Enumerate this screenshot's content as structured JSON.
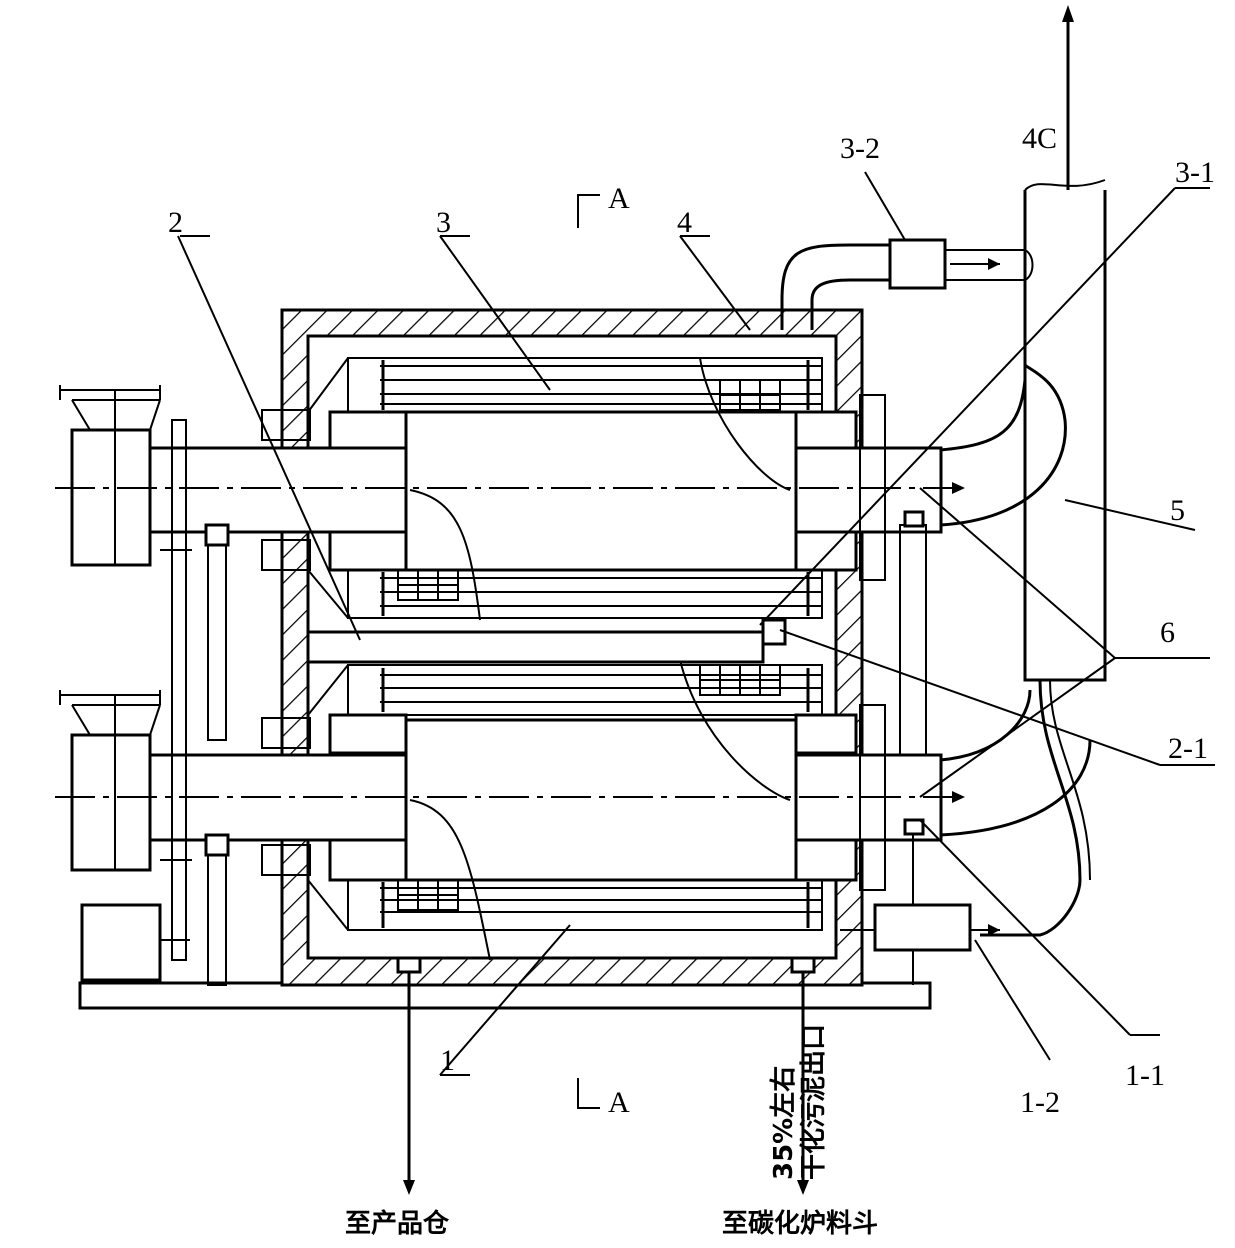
{
  "labels": {
    "l1": "1",
    "l1_1": "1-1",
    "l1_2": "1-2",
    "l2": "2",
    "l2_1": "2-1",
    "l3": "3",
    "l3_1": "3-1",
    "l3_2": "3-2",
    "l4": "4",
    "l4c": "4C",
    "l5": "5",
    "l6": "6",
    "a_top": "A",
    "a_bottom": "A"
  },
  "outlets": {
    "product_bin": "至产品仓",
    "carbonizer_hopper": "至碳化炉料斗",
    "sludge_line1": "35%左右",
    "sludge_line2": "干化污泥出口"
  }
}
